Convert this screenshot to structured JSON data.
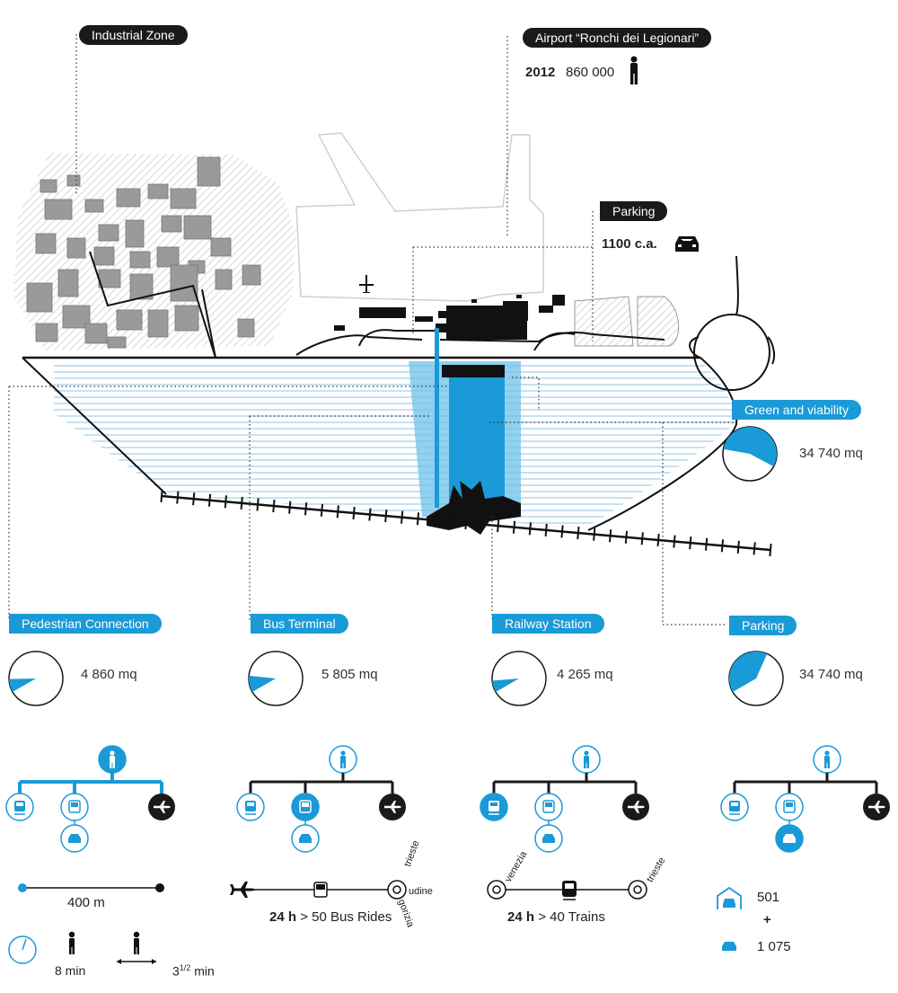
{
  "labels": {
    "industrial_zone": "Industrial Zone",
    "airport": "Airport “Ronchi dei Legionari”",
    "airport_year": "2012",
    "airport_passengers": "860 000",
    "parking_top": "Parking",
    "parking_capacity": "1100 c.a.",
    "green": "Green and viability",
    "green_area": "34 740 mq"
  },
  "zones": [
    {
      "label": "Pedestrian Connection",
      "area": "4 860 mq",
      "fraction": 0.08
    },
    {
      "label": "Bus Terminal",
      "area": "5 805 mq",
      "fraction": 0.1
    },
    {
      "label": "Railway Station",
      "area": "4 265 mq",
      "fraction": 0.07
    },
    {
      "label": "Parking",
      "area": "34 740 mq",
      "fraction": 0.4
    }
  ],
  "pedestrian": {
    "distance": "400 m",
    "walk_time": "8 min",
    "moving_walk_time": "3",
    "moving_walk_sup": "1/2",
    "moving_walk_unit": "min"
  },
  "bus": {
    "frequency_bold": "24 h",
    "frequency_text": "> 50 Bus Rides",
    "destinations": [
      "trieste",
      "udine",
      "gorizia"
    ]
  },
  "rail": {
    "frequency_bold": "24 h",
    "frequency_text": "> 40 Trains",
    "destinations": [
      "venezia",
      "trieste"
    ]
  },
  "parking_stats": {
    "covered": "501",
    "plus": "+",
    "open": "1 075"
  },
  "colors": {
    "accent": "#1a9ad6",
    "dark": "#1a1a1a",
    "gray": "#8f8f8f",
    "hatch": "#bdbdbd"
  },
  "icons": [
    "person-icon",
    "train-icon",
    "bus-icon",
    "car-icon",
    "plane-icon",
    "clock-icon",
    "garage-icon"
  ]
}
